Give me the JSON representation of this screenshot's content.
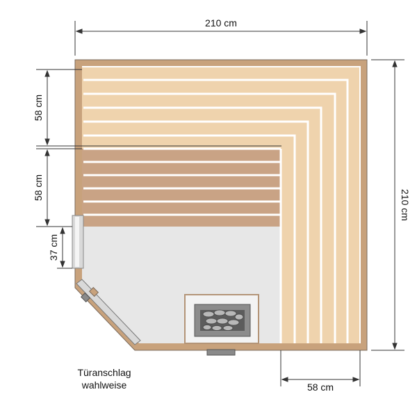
{
  "dimensions": {
    "total_width": "210 cm",
    "total_depth": "210 cm",
    "upper_bench_depth": "58 cm",
    "lower_bench_depth": "58 cm",
    "door_side_length": "37 cm",
    "side_bench_width": "58 cm"
  },
  "note": {
    "line1": "Türanschlag",
    "line2": "wahlweise"
  },
  "colors": {
    "frame": "#c8a27c",
    "upper_bench": "#efd3ad",
    "lower_bench": "#c9a385",
    "floor": "#e7e7e7",
    "slat_gap": "#ffffff",
    "heater": "#8c8c8c",
    "glass_door": "#d9d9d9"
  }
}
